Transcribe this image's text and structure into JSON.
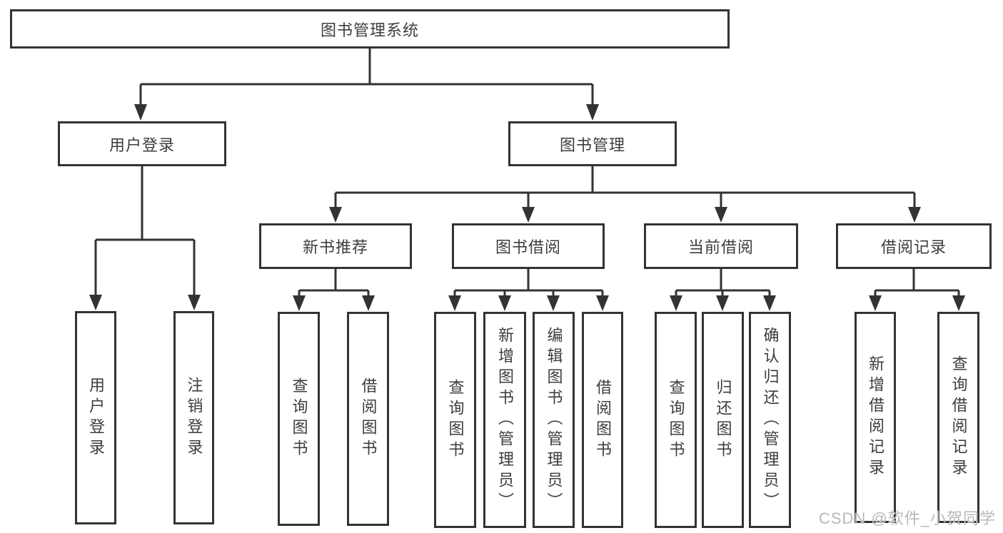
{
  "page": {
    "background": "#ffffff"
  },
  "colors": {
    "line": "#333333",
    "box_border": "#333333",
    "text": "#3d3d3d",
    "watermark": "#b8b8b8"
  },
  "watermark": "CSDN @软件_小贺同学",
  "chart_type": "org-tree-diagram",
  "tree": {
    "label": "图书管理系统",
    "children": [
      {
        "label": "用户登录",
        "children": [
          {
            "label": "用户登录"
          },
          {
            "label": "注销登录"
          }
        ]
      },
      {
        "label": "图书管理",
        "children": [
          {
            "label": "新书推荐",
            "children": [
              {
                "label": "查询图书"
              },
              {
                "label": "借阅图书"
              }
            ]
          },
          {
            "label": "图书借阅",
            "children": [
              {
                "label": "查询图书"
              },
              {
                "label": "新增图书（管理员）"
              },
              {
                "label": "编辑图书（管理员）"
              },
              {
                "label": "借阅图书"
              }
            ]
          },
          {
            "label": "当前借阅",
            "children": [
              {
                "label": "查询图书"
              },
              {
                "label": "归还图书"
              },
              {
                "label": "确认归还（管理员）"
              }
            ]
          },
          {
            "label": "借阅记录",
            "children": [
              {
                "label": "新增借阅记录"
              },
              {
                "label": "查询借阅记录"
              }
            ]
          }
        ]
      }
    ]
  }
}
